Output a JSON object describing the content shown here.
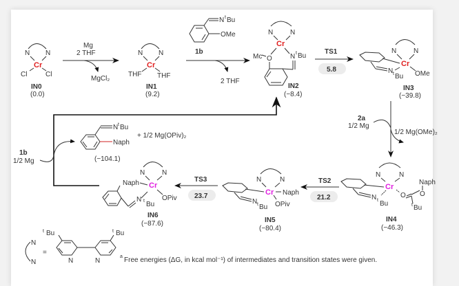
{
  "scheme": {
    "ligand": {
      "left_atom": "N",
      "right_atom": "N",
      "substituent": "t-Bu",
      "equals": "="
    },
    "metal": "Cr",
    "intermediates": {
      "IN0": {
        "label": "IN0",
        "energy": "(0.0)",
        "ligands": [
          "Cl",
          "Cl"
        ]
      },
      "IN1": {
        "label": "IN1",
        "energy": "(9.2)",
        "ligands": [
          "THF",
          "THF"
        ]
      },
      "IN2": {
        "label": "IN2",
        "energy": "(−8.4)",
        "ligands": [
          "Me",
          "O",
          "N",
          "t-Bu"
        ]
      },
      "IN3": {
        "label": "IN3",
        "energy": "(−39.8)",
        "ligands": [
          "OMe",
          "N",
          "t-Bu"
        ]
      },
      "IN4": {
        "label": "IN4",
        "energy": "(−46.3)",
        "ligands": [
          "O",
          "Naph",
          "O",
          "t-Bu",
          "N",
          "t-Bu"
        ]
      },
      "IN5": {
        "label": "IN5",
        "energy": "(−80.4)",
        "ligands": [
          "Naph",
          "OPiv",
          "N",
          "t-Bu"
        ]
      },
      "IN6": {
        "label": "IN6",
        "energy": "(−87.6)",
        "ligands": [
          "Naph",
          "OPiv",
          "N",
          "t-Bu"
        ]
      }
    },
    "steps": {
      "s1": {
        "reagent_top1": "Mg",
        "reagent_top2": "2 THF",
        "byproduct": "MgCl₂"
      },
      "s2": {
        "reagent_label": "1b",
        "reagent_sub": "=N",
        "reagent_tbu": "t-Bu",
        "reagent_ome": "OMe",
        "byproduct": "2 THF"
      },
      "s3": {
        "ts": "TS1",
        "barrier": "5.8"
      },
      "s4": {
        "reagent1": "2a",
        "reagent2": "1/2 Mg",
        "byproduct": "1/2 Mg(OMe)₂"
      },
      "s5": {
        "ts": "TS2",
        "barrier": "21.2"
      },
      "s6": {
        "ts": "TS3",
        "barrier": "23.7"
      },
      "s7": {
        "reagent1": "1b",
        "reagent2": "1/2 Mg",
        "product_energy": "(−104.1)",
        "product_sub1": "=N",
        "product_tbu": "t-Bu",
        "product_naph": "Naph",
        "coproduct": "+ 1/2 Mg(OPiv)₂"
      }
    },
    "footnote": {
      "marker": "a",
      "text": "Free energies (ΔG, in kcal mol⁻¹) of intermediates and transition states were given."
    },
    "colors": {
      "cr_red": "#e02020",
      "cr_magenta": "#e020e0",
      "naph_bond": "#d02020",
      "pill": "#ececec"
    }
  }
}
